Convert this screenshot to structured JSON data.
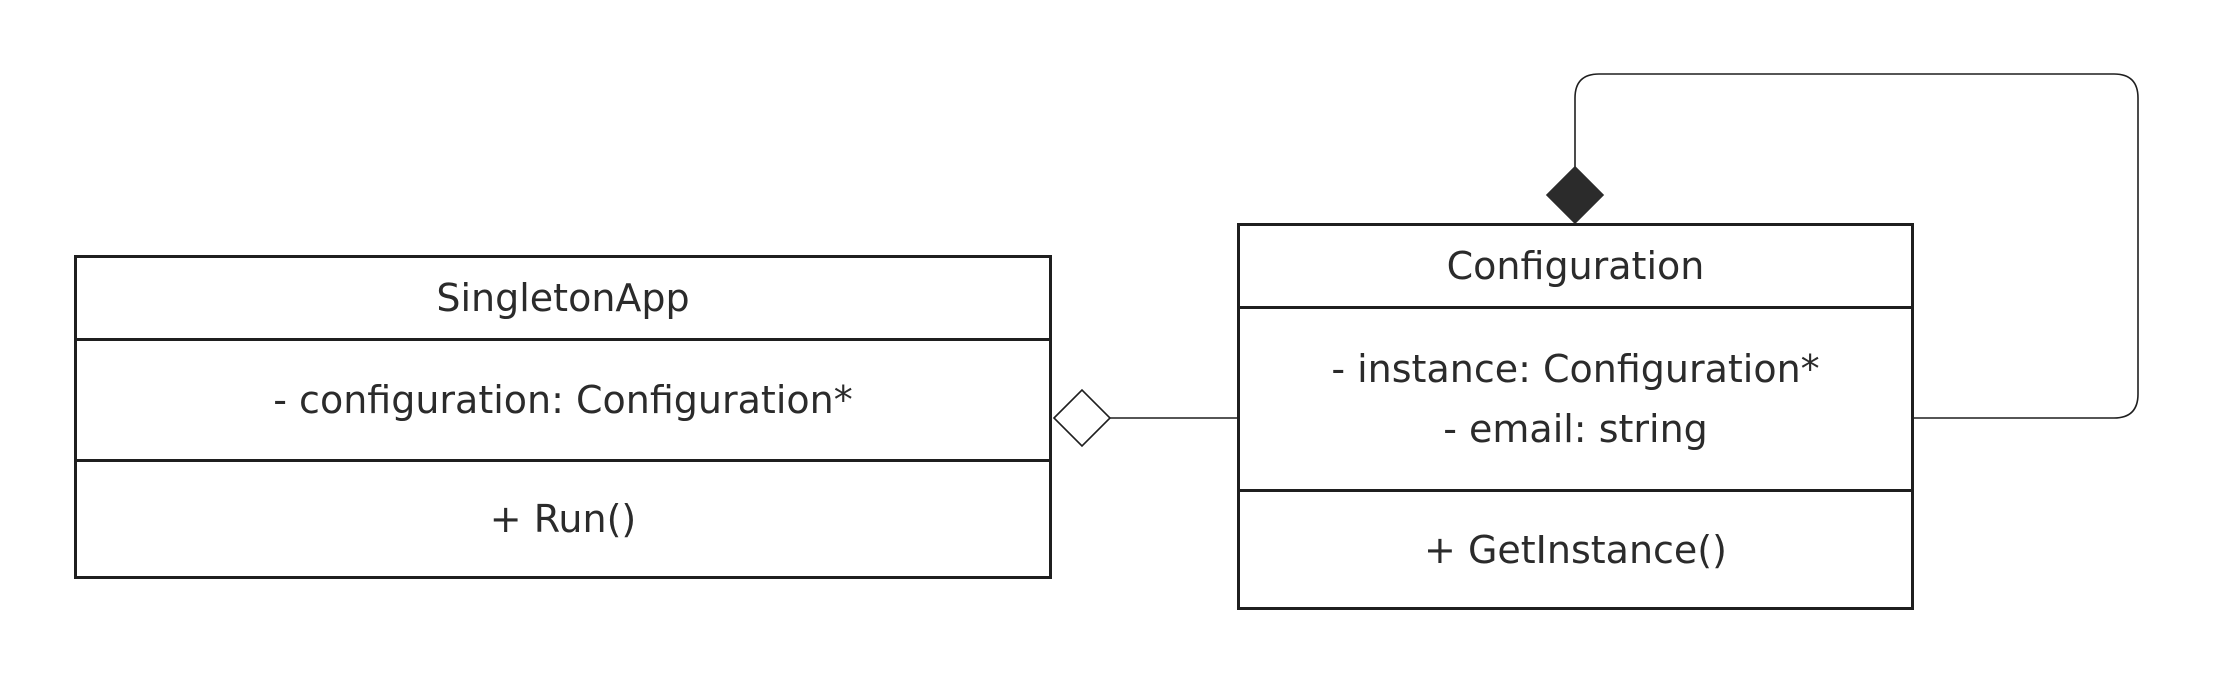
{
  "diagram": {
    "colors": {
      "line": "#1f1f1f",
      "text": "#2b2b2b",
      "background": "#ffffff",
      "composition_fill": "#2b2b2b"
    },
    "classes": {
      "singleton_app": {
        "name": "SingletonApp",
        "attributes": [
          "- configuration: Configuration*"
        ],
        "methods": [
          "+ Run()"
        ]
      },
      "configuration": {
        "name": "Configuration",
        "attributes": [
          "- instance: Configuration*",
          "- email: string"
        ],
        "methods": [
          "+ GetInstance()"
        ]
      }
    },
    "relations": [
      {
        "type": "aggregation",
        "from": "SingletonApp",
        "to": "Configuration",
        "marker": "hollow-diamond",
        "marker_at": "SingletonApp"
      },
      {
        "type": "composition",
        "from": "Configuration",
        "to": "Configuration",
        "marker": "filled-diamond",
        "marker_at": "Configuration"
      }
    ]
  }
}
